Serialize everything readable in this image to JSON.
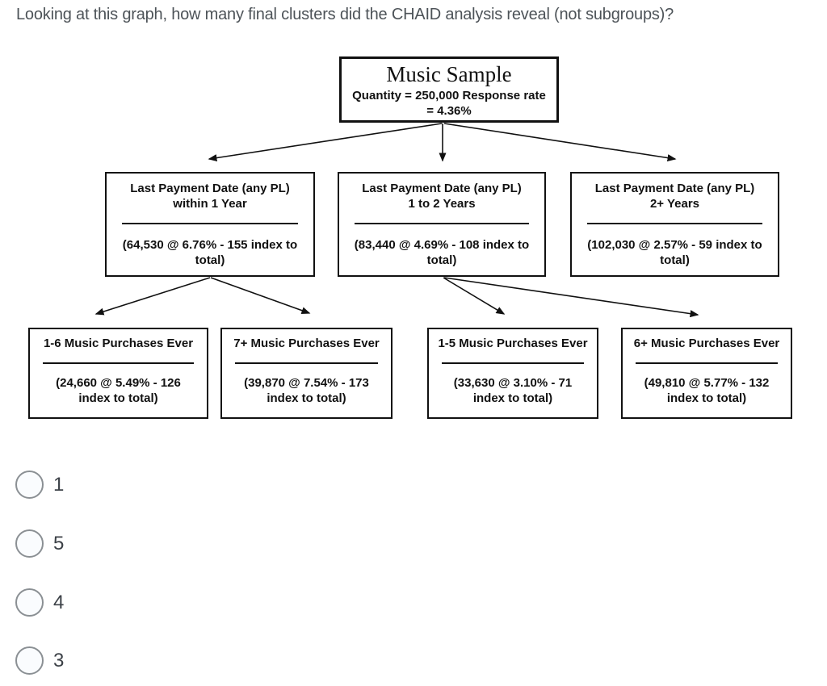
{
  "question": {
    "text": "Looking at this graph, how many final clusters did the CHAID analysis reveal (not subgroups)?"
  },
  "tree": {
    "root": {
      "title": "Music Sample",
      "subtitle": "Quantity = 250,000 Response rate\n= 4.36%"
    },
    "level1": [
      {
        "title": "Last Payment Date (any PL)\nwithin 1 Year",
        "stats": "(64,530 @ 6.76% - 155 index to\ntotal)"
      },
      {
        "title": "Last Payment Date (any PL)\n1 to 2 Years",
        "stats": "(83,440 @ 4.69% - 108 index to\ntotal)"
      },
      {
        "title": "Last Payment Date (any PL)\n2+ Years",
        "stats": "(102,030 @ 2.57% - 59 index to\ntotal)"
      }
    ],
    "level2": [
      {
        "title": "1-6 Music Purchases Ever",
        "stats": "(24,660 @ 5.49% - 126\nindex to total)"
      },
      {
        "title": "7+ Music Purchases Ever",
        "stats": "(39,870 @ 7.54% - 173\nindex to total)"
      },
      {
        "title": "1-5 Music Purchases Ever",
        "stats": "(33,630 @ 3.10% - 71\nindex to total)"
      },
      {
        "title": "6+ Music Purchases Ever",
        "stats": "(49,810 @ 5.77% - 132\nindex to total)"
      }
    ]
  },
  "options": [
    {
      "label": "1"
    },
    {
      "label": "5"
    },
    {
      "label": "4"
    },
    {
      "label": "3"
    }
  ],
  "colors": {
    "question_text": "#4d5358",
    "node_border": "#111111",
    "node_text": "#111111",
    "radio_border": "#8b9094",
    "radio_fill": "#fafcfe",
    "option_text": "#3c4147"
  }
}
